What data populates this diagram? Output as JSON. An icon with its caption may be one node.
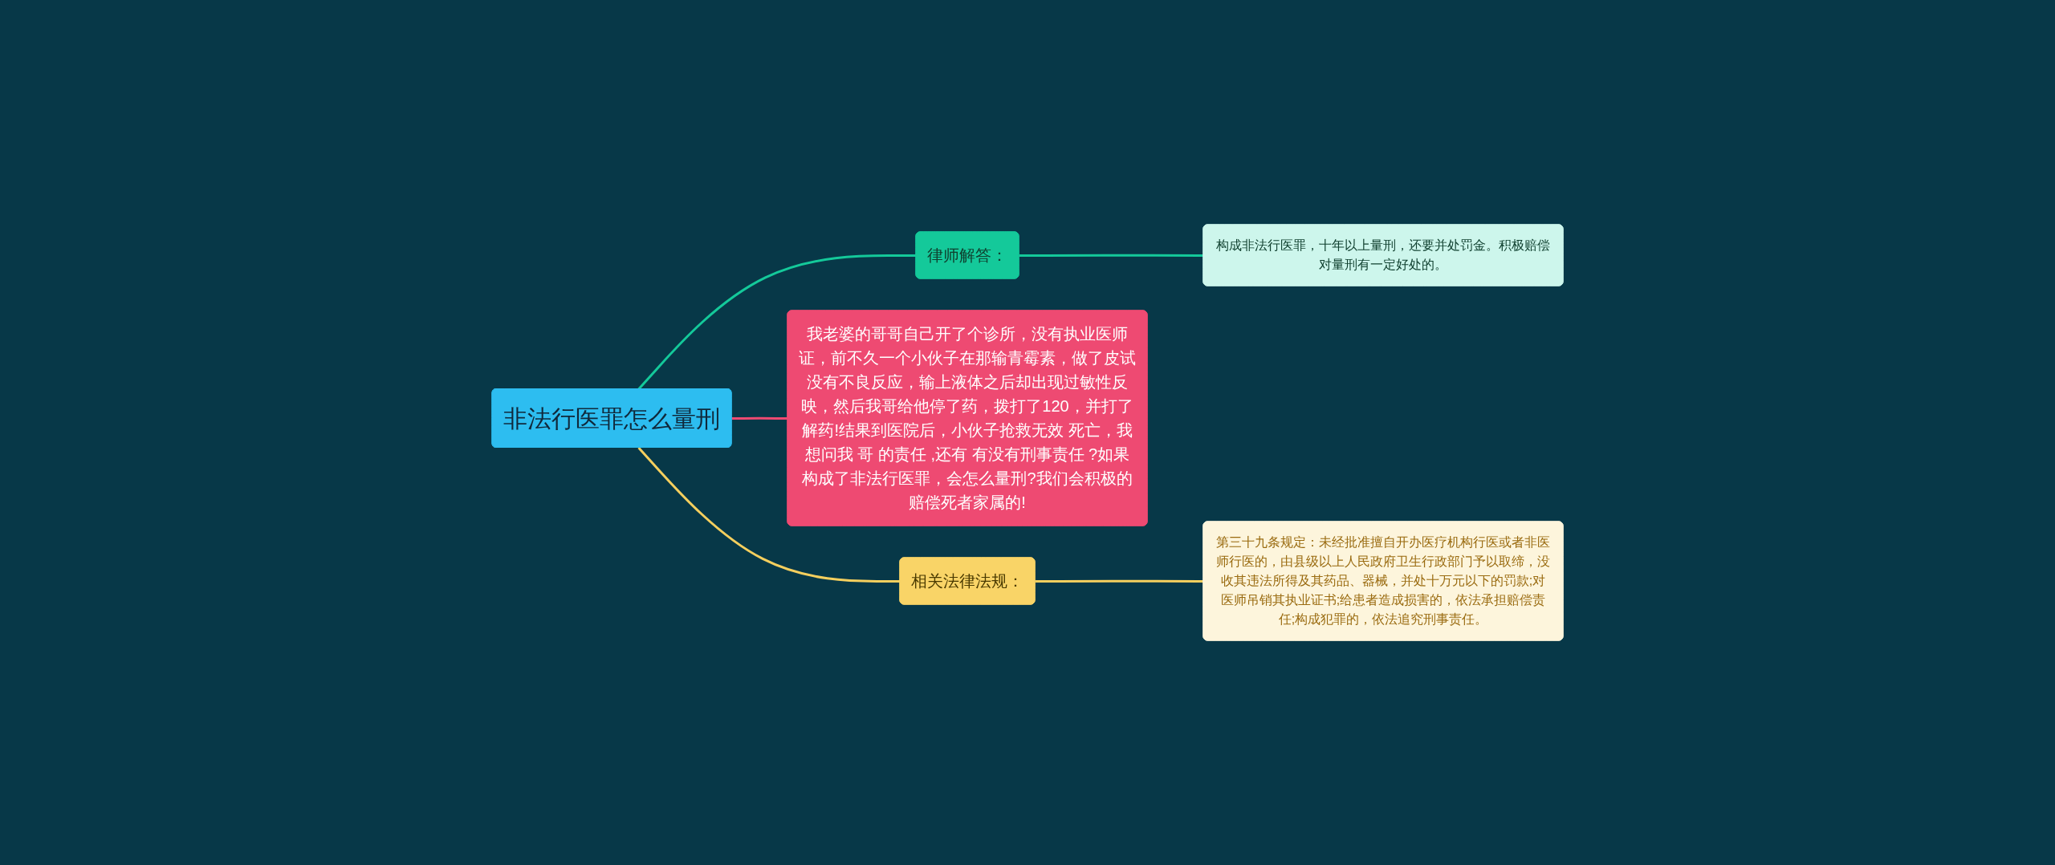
{
  "diagram": {
    "nodes": [
      {
        "text": [
          "非法行医罪怎么量刑"
        ]
      },
      {
        "text": [
          "律师解答："
        ]
      },
      {
        "text": [
          "构成非法行医罪，十年以上量刑，还要并处罚金。积极赔偿对量刑有一定好处的。"
        ]
      },
      {
        "text": [
          "我老婆的哥哥自己开了个诊所，没有执业医师证，前不久一个小伙子在那输青霉素，做了皮试没有不良反应，输上液体之后却出现过敏性反映，然后我哥给他停了药，拨打了120，并打了解药!结果到医院后，小伙子抢救无效 死亡，我想问我 哥 的责任 ,还有 有没有刑事责任 ?如果构成了非法行医罪，会怎么量刑?我们会积极的赔偿死者家属的!"
        ]
      },
      {
        "text": [
          "相关法律法规："
        ]
      },
      {
        "text": [
          "第三十九条规定：未经批准擅自开办医疗机构行医或者非医师行医的，由县级以上人民政府卫生行政部门予以取缔，没收其违法所得及其药品、器械，并处十万元以下的罚款;对医师吊销其执业证书;给患者造成损害的，依法承担赔偿责任;构成犯罪的，依法追究刑事责任。"
        ]
      }
    ],
    "edges": [
      {
        "from": 0,
        "to": 1,
        "arrow": "none",
        "color": "#14c99a"
      },
      {
        "from": 1,
        "to": 2,
        "arrow": "none",
        "color": "#14c99a"
      },
      {
        "from": 0,
        "to": 3,
        "arrow": "none",
        "color": "#ee4a72"
      },
      {
        "from": 0,
        "to": 4,
        "arrow": "none",
        "color": "#f5cf5e"
      },
      {
        "from": 4,
        "to": 5,
        "arrow": "none",
        "color": "#f5cf5e"
      }
    ]
  }
}
